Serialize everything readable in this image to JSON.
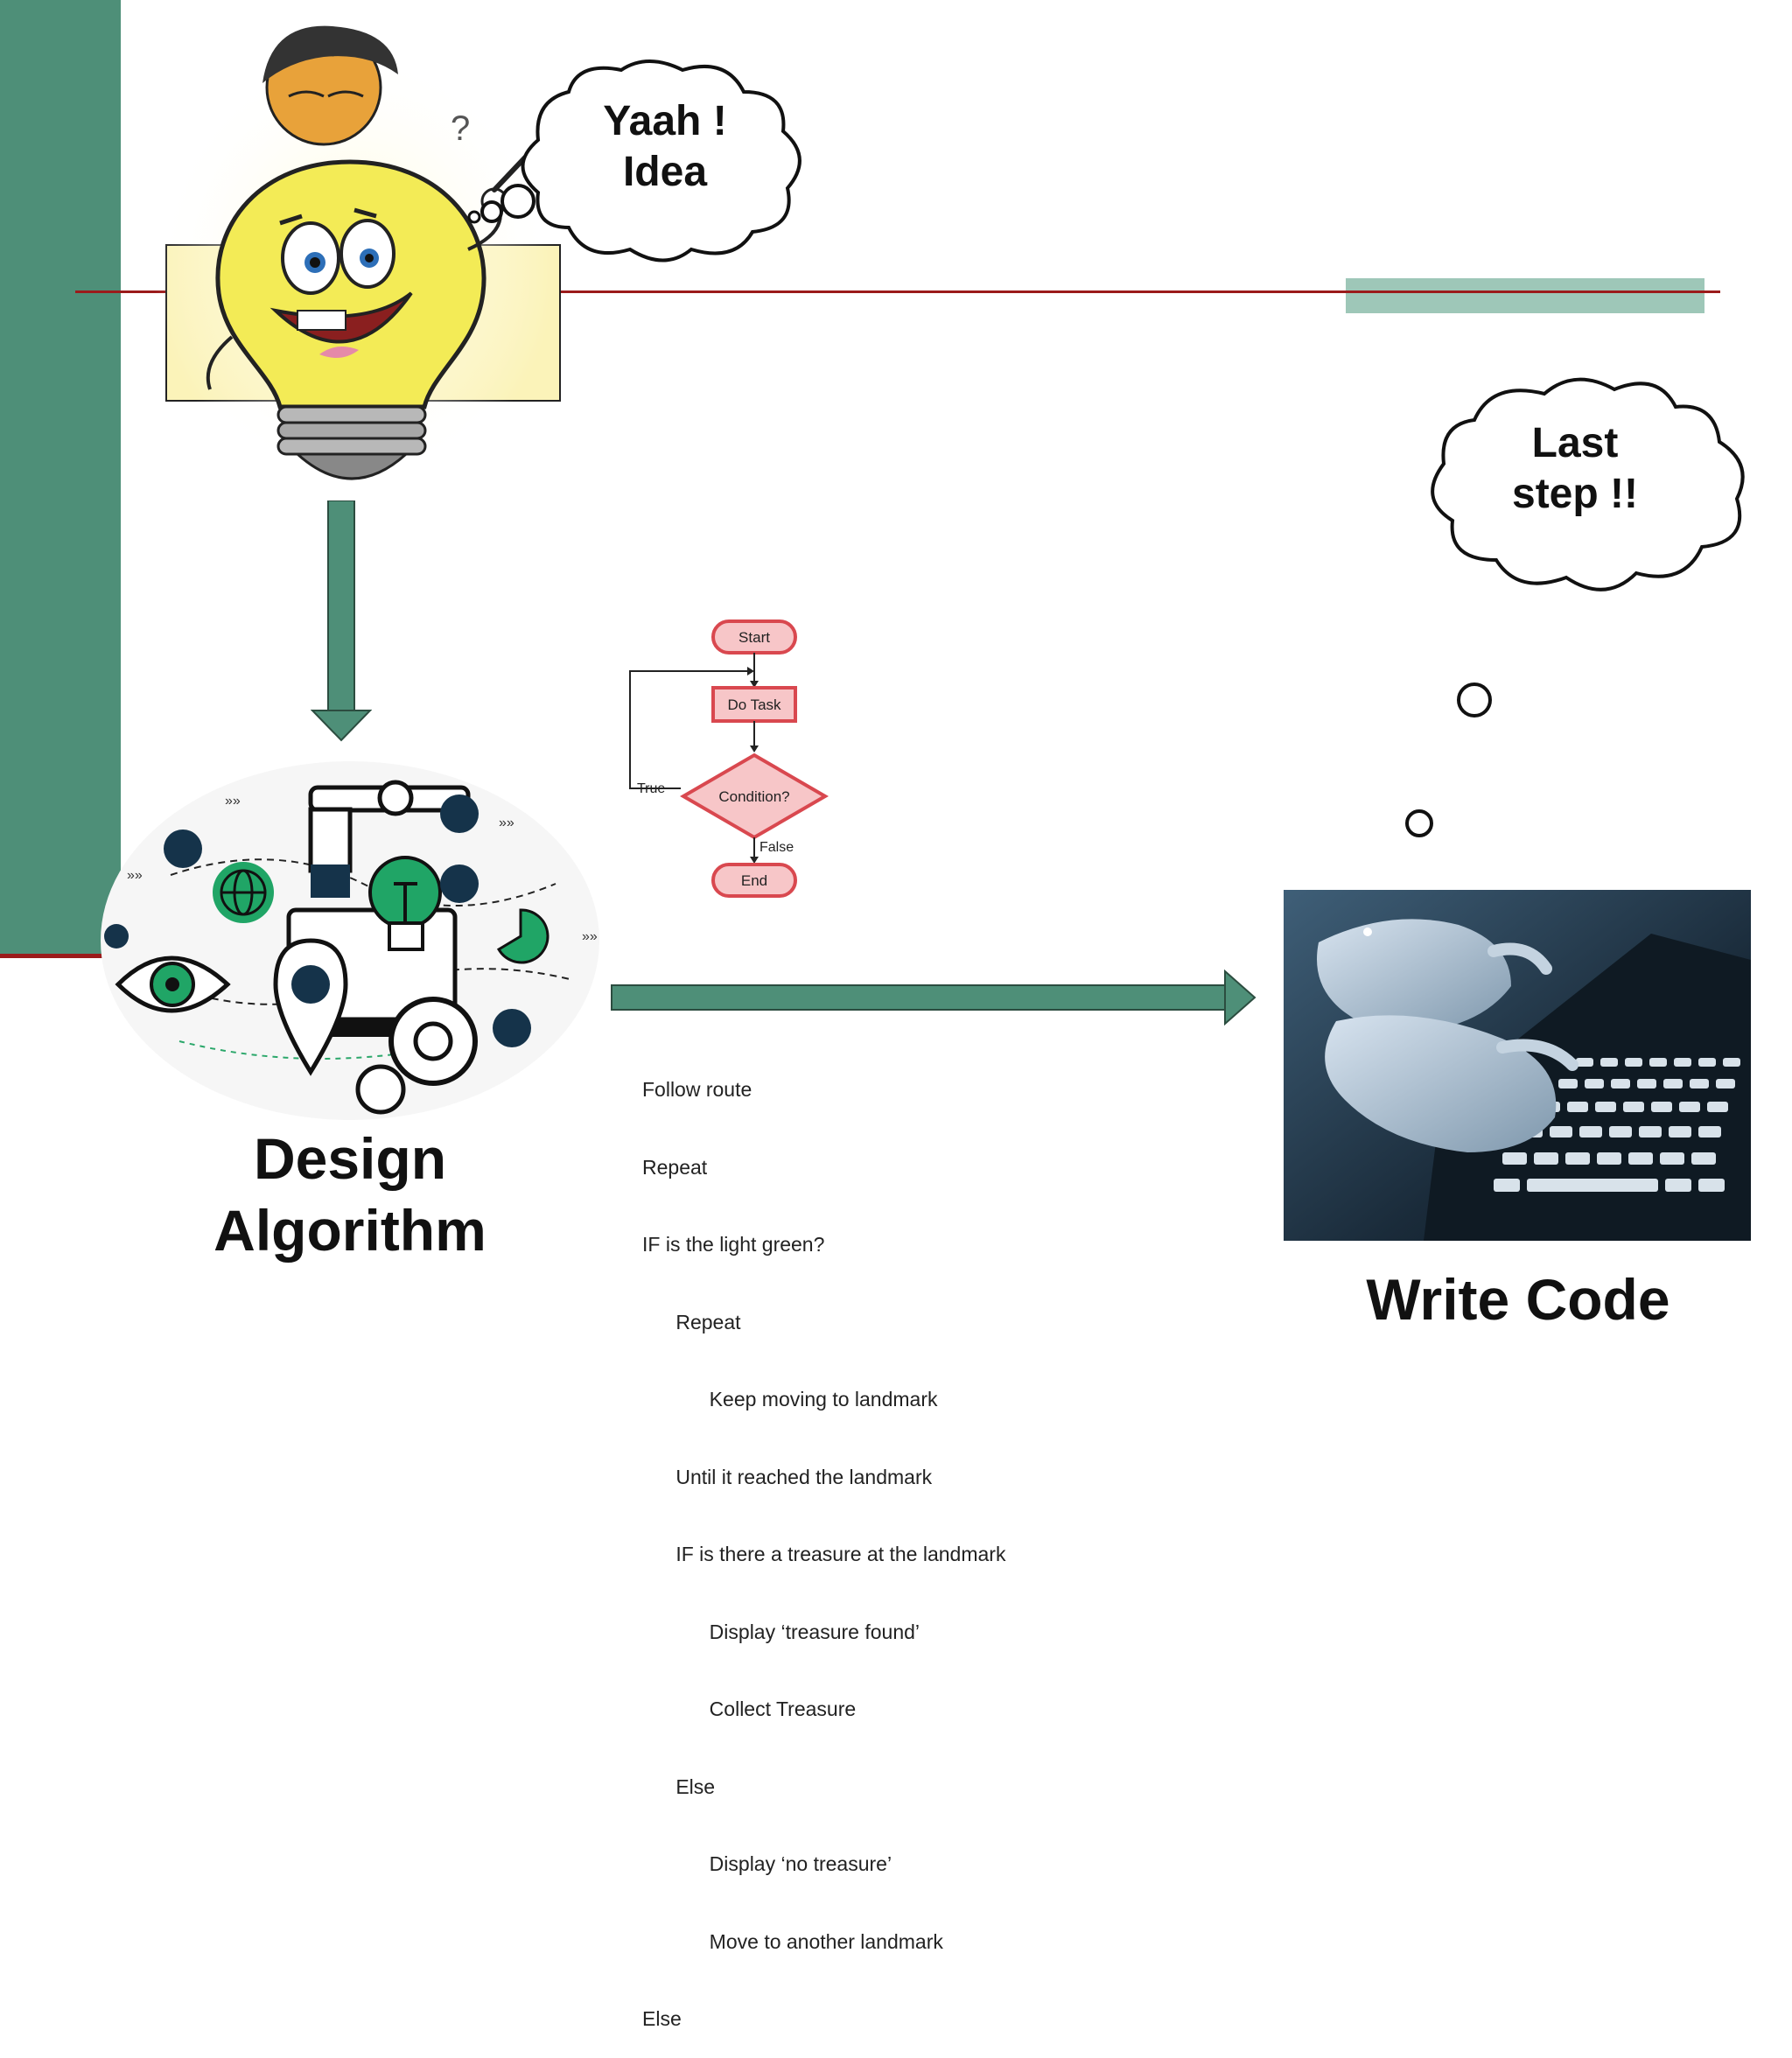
{
  "colors": {
    "teal": "#4e8f78",
    "teal_light": "#9ec7b8",
    "dark_red": "#9b1b1b",
    "flow_red": "#d9484f",
    "flow_fill": "#f7c6c8"
  },
  "idea_bubble": {
    "line1": "Yaah !",
    "line2": "Idea"
  },
  "last_bubble": {
    "line1": "Last",
    "line2": "step !!"
  },
  "design_label": {
    "line1": "Design",
    "line2": "Algorithm"
  },
  "write_label": "Write Code",
  "flowchart": {
    "start": "Start",
    "task": "Do Task",
    "condition": "Condition?",
    "true_label": "True",
    "false_label": "False",
    "end": "End"
  },
  "pseudocode": [
    "Follow route",
    "Repeat",
    "IF is the light green?",
    "      Repeat",
    "            Keep moving to landmark",
    "      Until it reached the landmark",
    "      IF is there a treasure at the landmark",
    "            Display ‘treasure found’",
    "            Collect Treasure",
    "      Else",
    "            Display ‘no treasure’",
    "            Move to another landmark",
    "Else"
  ],
  "icons": {
    "lightbulb": "lightbulb-character-icon",
    "design": "design-gears-icon",
    "keyboard": "keyboard-typing-image"
  }
}
